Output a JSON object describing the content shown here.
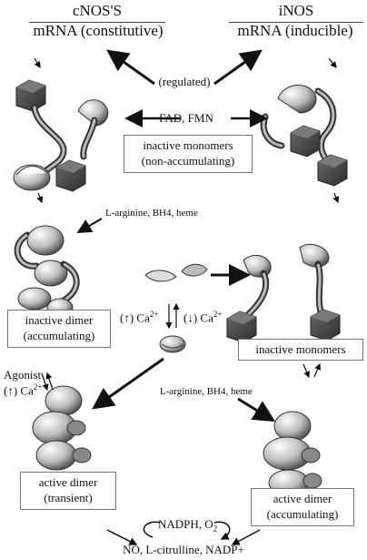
{
  "header": {
    "cnos_title": "cNOS'S",
    "cnos_subtitle": "mRNA (constitutive)",
    "inos_title": "iNOS",
    "inos_subtitle": "mRNA (inducible)"
  },
  "labels": {
    "regulated": "(regulated)",
    "cofactors": "FAD, FMN",
    "inactive_monomers_na_1": "inactive monomers",
    "inactive_monomers_na_2": "(non-accumulating)",
    "substrates_top": "L-arginine, BH4, heme",
    "inactive_dimer_1": "inactive dimer",
    "inactive_dimer_2": "(accumulating)",
    "calcium_up": "(↑) Ca",
    "calcium_down": "(↓) Ca",
    "calcium_sup": "2+",
    "inactive_monomers": "inactive monomers",
    "agonist": "Agonist",
    "agonist_calcium": "(↑) Ca",
    "substrates_bottom": "L-arginine, BH4, heme",
    "active_dimer_transient_1": "active dimer",
    "active_dimer_transient_2": "(transient)",
    "active_dimer_acc_1": "active dimer",
    "active_dimer_acc_2": "(accumulating)",
    "nadph": "NADPH, O",
    "nadph_sub": "2",
    "products": "NO, L-citrulline, NADP+"
  },
  "colors": {
    "protein_dark": "#4a4a4a",
    "protein_light": "#d9d9d9",
    "arrow": "#111111",
    "box_border": "#777777"
  }
}
